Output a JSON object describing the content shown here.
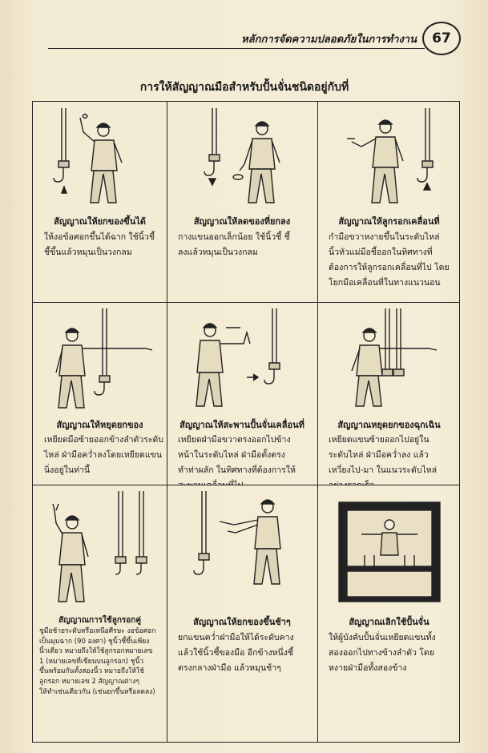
{
  "header": {
    "title": "หลักการจัดความปลอดภัยในการทำงาน",
    "page_number": "67"
  },
  "section_title": "การให้สัญญาณมือสำหรับปั้นจั่นชนิดอยู่กับที่",
  "signals": [
    {
      "title": "สัญญาณให้ยกของขึ้นได้",
      "lines": [
        "ให้งอข้อศอกขึ้นได้ฉาก ใช้นิ้วชี้",
        "ชี้ขึ้นแล้วหมุนเป็นวงกลม"
      ]
    },
    {
      "title": "สัญญาณให้ลดของที่ยกลง",
      "lines": [
        "กางแขนออกเล็กน้อย ใช้นิ้วชี้ ชี้",
        "ลงแล้วหมุนเป็นวงกลม"
      ]
    },
    {
      "title": "สัญญาณให้ลูกรอกเคลื่อนที่",
      "lines": [
        "กำมือขวาหงายขึ้นในระดับไหล่",
        "นิ้วหัวแม่มือชี้ออกในทิศทางที่",
        "ต้องการให้ลูกรอกเคลื่อนที่ไป โดย",
        "โยกมือเคลื่อนที่ในทางแนวนอน"
      ]
    },
    {
      "title": "สัญญาณให้หยุดยกของ",
      "lines": [
        "เหยียดมือซ้ายออกข้างลำตัวระดับ",
        "ไหล่ ฝ่ามือคว่ำลงโดยเหยียดแขน",
        "นิ่งอยู่ในท่านี้"
      ]
    },
    {
      "title": "สัญญาณให้สะพานปั้นจั่นเคลื่อนที่",
      "lines": [
        "เหยียดฝ่ามือขวาตรงออกไปข้าง",
        "หน้าในระดับไหล่ ฝ่ามือตั้งตรง",
        "ทำท่าผลัก ในทิศทางที่ต้องการให้",
        "สะพานเคลื่อนที่ไป"
      ]
    },
    {
      "title": "สัญญาณหยุดยกของฉุกเฉิน",
      "lines": [
        "เหยียดแขนซ้ายออกไปอยู่ใน",
        "ระดับไหล่ ฝ่ามือคว่ำลง แล้ว",
        "เหวี่ยงไป-มา ในแนวระดับไหล่",
        "อย่างรวดเร็ว"
      ]
    },
    {
      "title": "สัญญาณการใช้ลูกรอกคู่",
      "lines": [
        "ชูมือซ้ายระดับหรือเหนือศีรษะ งอข้อศอก",
        "เป็นมุมฉาก (90 องศา) ชูนิ้วชี้ขึ้นเพียง",
        "นิ้วเดียว หมายถึงให้ใช้ลูกรอกหมายเลข",
        "1 (หมายเลขที่เขียนบนลูกรอก) ชูนิ้ว",
        "ขึ้นพร้อมกันทั้งสองนิ้ว หมายถึงให้ใช้",
        "ลูกรอก หมายเลข 2 สัญญาณต่างๆ",
        "ให้ทำเช่นเดียวกัน (เช่นยกขึ้นหรือลดลง)"
      ]
    },
    {
      "title": "สัญญาณให้ยกของขึ้นช้าๆ",
      "lines": [
        "ยกแขนคว่ำฝ่ามือให้ได้ระดับคาง",
        "แล้วใช้นิ้วชี้ของมือ อีกข้างหนึ่งชี้",
        "ตรงกลางฝ่ามือ แล้วหมุนช้าๆ"
      ]
    },
    {
      "title": "สัญญาณเลิกใช้ปั้นจั่น",
      "lines": [
        "ให้ผู้บังคับปั้นจั่นเหยียดแขนทั้ง",
        "สองออกไปทางข้างลำตัว โดย",
        "หงายฝ่ามือทั้งสองข้าง"
      ]
    }
  ]
}
